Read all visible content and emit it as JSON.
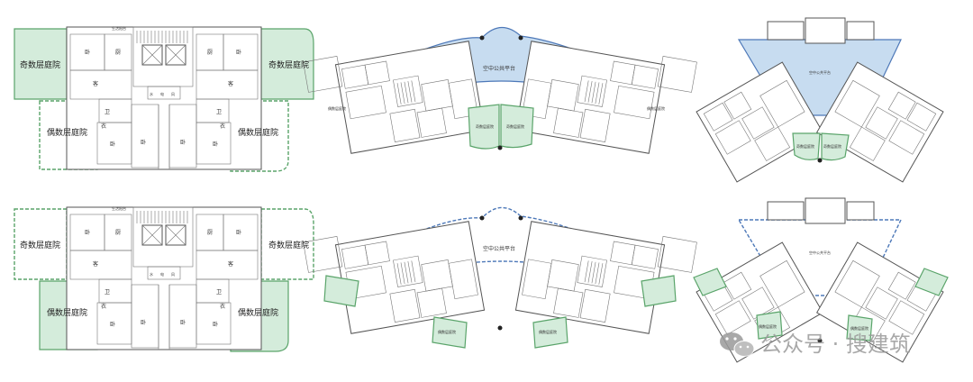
{
  "colors": {
    "garden_fill": "#d4ecdb",
    "garden_stroke": "#5aa46a",
    "platform_fill": "#c7dcf0",
    "platform_stroke": "#4d78b8",
    "wall": "#555555"
  },
  "labels": {
    "odd_garden": "奇数层庭院",
    "even_garden": "偶数层庭院",
    "sky_platform": "空中公共平台",
    "living": "客",
    "bedroom": "卧",
    "kitchen": "厨",
    "bath": "卫",
    "closet": "衣",
    "service_balcony": "生活阳台",
    "water": "水",
    "elec": "电",
    "well": "风"
  },
  "watermark": {
    "icon": "wechat-icon",
    "text": "公众号 · 搜建筑"
  }
}
